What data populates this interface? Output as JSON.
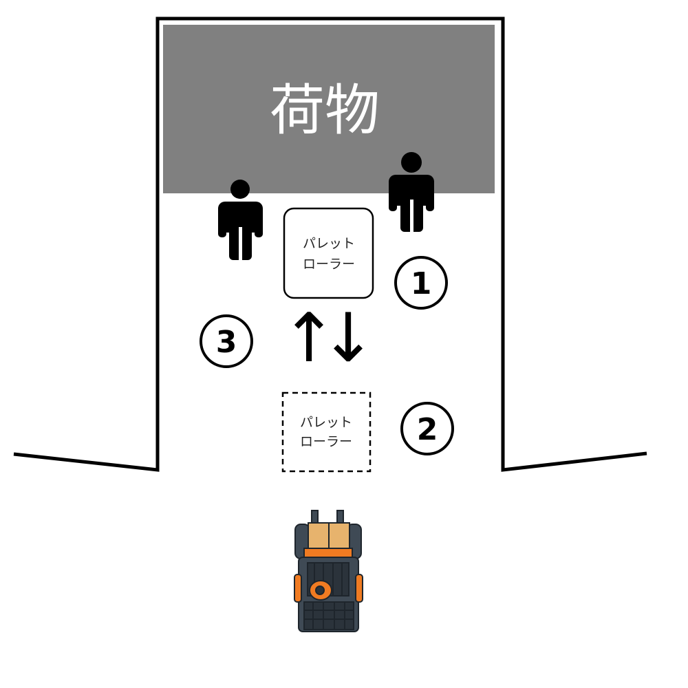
{
  "cargo": {
    "label": "荷物",
    "color": "#808080"
  },
  "roller_1": {
    "line1": "パレット",
    "line2": "ローラー"
  },
  "roller_2": {
    "line1": "パレット",
    "line2": "ローラー"
  },
  "steps": {
    "step1": "1",
    "step2": "2",
    "step3": "3"
  },
  "arrows": {
    "up": "↑",
    "down": "↓"
  },
  "icons": {
    "worker_left": "person-icon",
    "worker_right": "person-icon",
    "forklift": "forklift-icon"
  },
  "colors": {
    "forklift_accent": "#f07b22",
    "forklift_body": "#3f4a55",
    "crate": "#e7b36d"
  }
}
